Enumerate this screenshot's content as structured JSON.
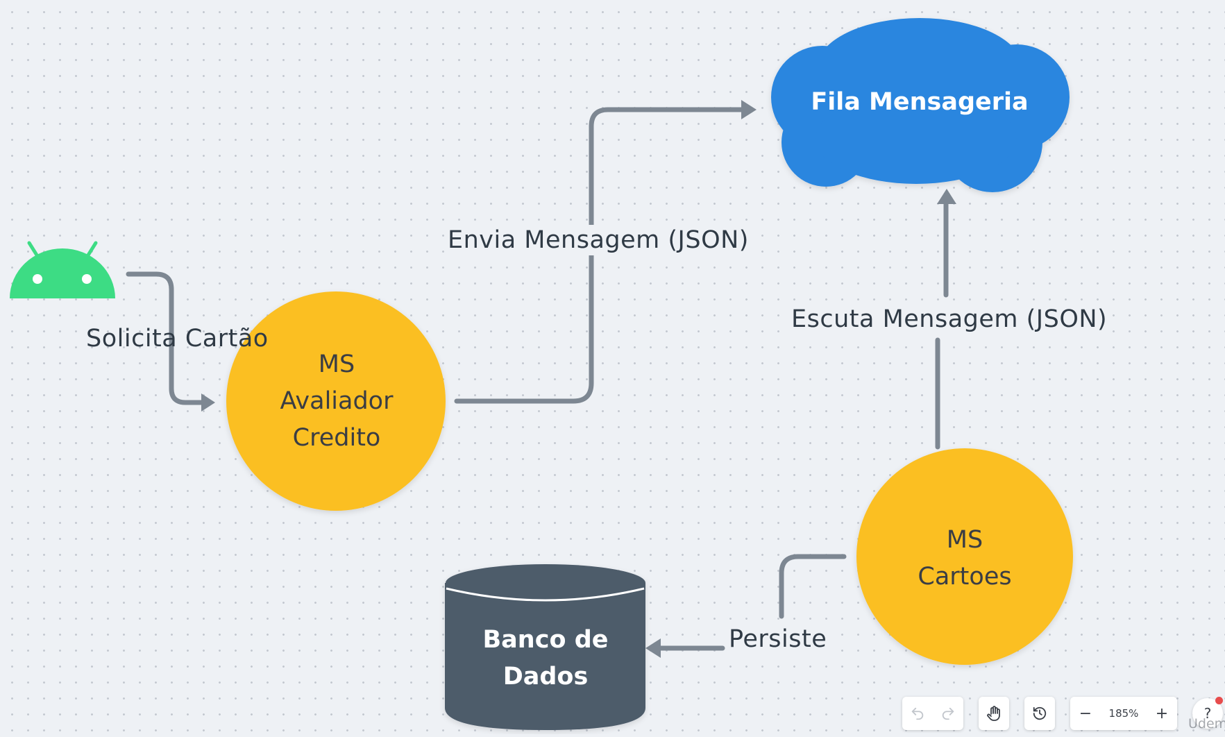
{
  "nodes": {
    "queue": {
      "label": "Fila Mensageria",
      "color": "#2a86df"
    },
    "avaliador": {
      "lines": [
        "MS",
        "Avaliador",
        "Credito"
      ],
      "color": "#fbbf24"
    },
    "cartoes": {
      "lines": [
        "MS",
        "Cartoes"
      ],
      "color": "#fbbf24"
    },
    "database": {
      "lines": [
        "Banco de",
        "Dados"
      ],
      "color": "#4d5b6b"
    },
    "client": {
      "icon": "android-icon",
      "color": "#3ddc84"
    }
  },
  "edges": {
    "solicita": "Solicita Cartão",
    "envia": "Envia Mensagem (JSON)",
    "escuta": "Escuta Mensagem (JSON)",
    "persiste": "Persiste"
  },
  "toolbar": {
    "undo_icon": "undo-icon",
    "redo_icon": "redo-icon",
    "hand_icon": "hand-icon",
    "history_icon": "history-icon",
    "zoom_out": "−",
    "zoom": "185%",
    "zoom_in": "+",
    "help": "?"
  },
  "watermark": "Udem"
}
